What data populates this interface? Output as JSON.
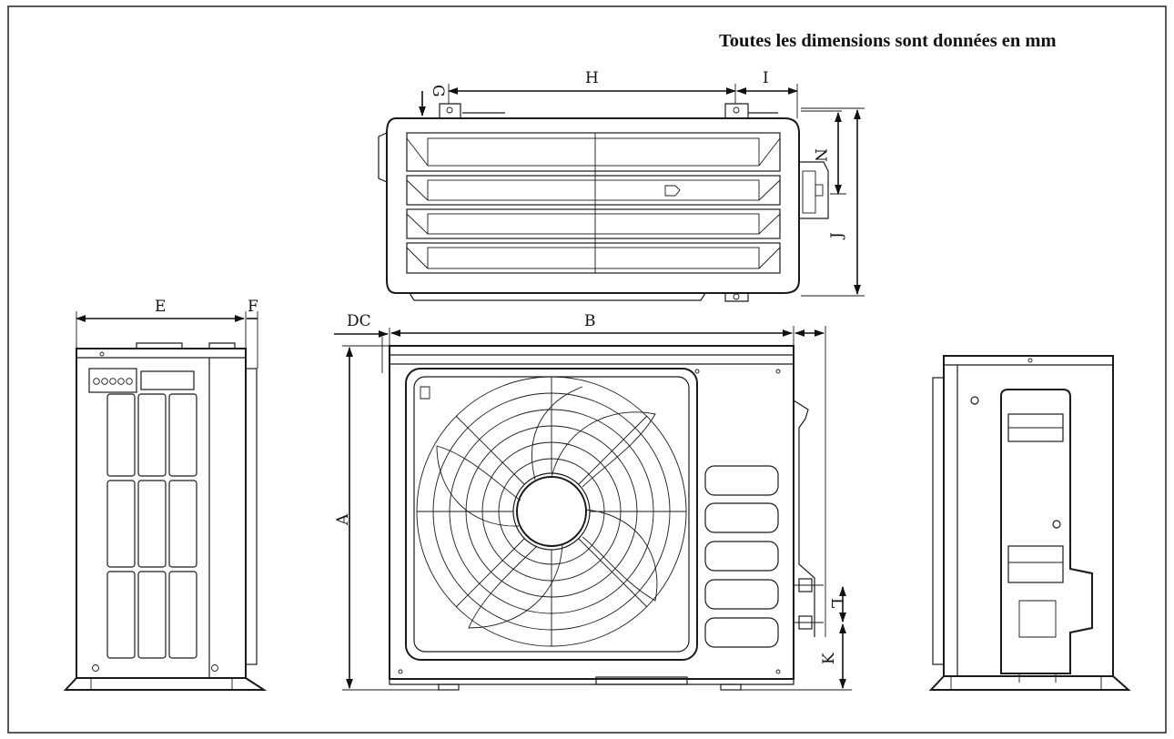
{
  "title": "Toutes les dimensions sont données en mm",
  "labels": {
    "A": "A",
    "B": "B",
    "DC": "DC",
    "E": "E",
    "F": "F",
    "G": "G",
    "H": "H",
    "I": "I",
    "J": "J",
    "K": "K",
    "L": "L",
    "N": "N"
  }
}
